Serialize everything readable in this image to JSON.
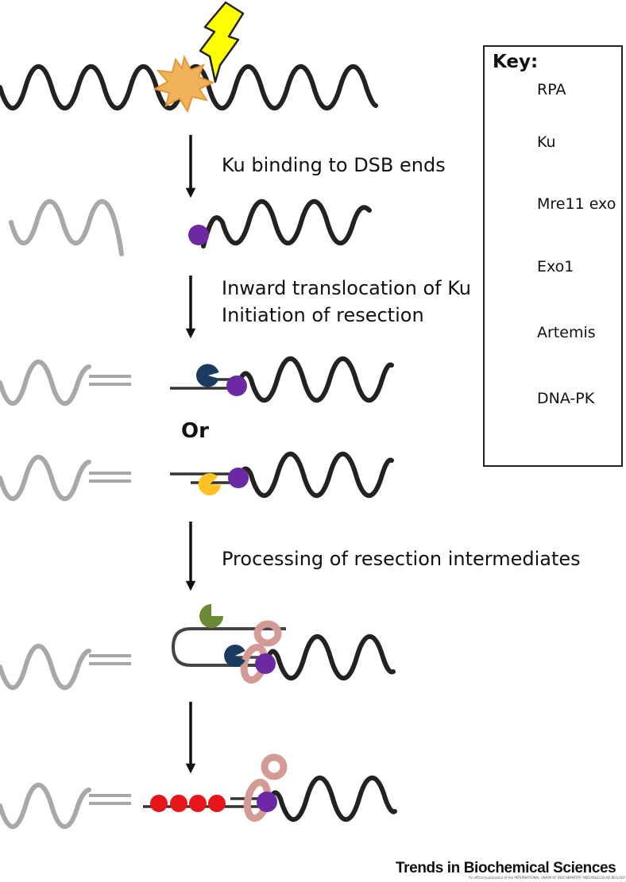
{
  "steps": {
    "ku_binding": "Ku binding to DSB ends",
    "inward_translocation": "Inward translocation of Ku",
    "initiation_resection": "Initiation of resection",
    "or_label": "Or",
    "processing": "Processing of resection intermediates"
  },
  "key": {
    "title": "Key:",
    "items": [
      {
        "label": "RPA",
        "icon": "red-circle",
        "color": "#e8161b"
      },
      {
        "label": "Ku",
        "icon": "purple-circle",
        "color": "#6b2aa3"
      },
      {
        "label": "Mre11 exo",
        "icon": "navy-pacman",
        "color": "#1b3a5f"
      },
      {
        "label": "Exo1",
        "icon": "yellow-pacman",
        "color": "#ffc222"
      },
      {
        "label": "Artemis",
        "icon": "green-pacman",
        "color": "#6b8a35"
      },
      {
        "label": "DNA-PK",
        "icon": "pink-figure-eight",
        "color": "#d49a96"
      }
    ]
  },
  "footer": {
    "journal": "Trends in Biochemical Sciences",
    "subtext": "An official publication of the INTERNATIONAL UNION OF BIOCHEMISTRY AND MOLECULAR BIOLOGY"
  },
  "colors": {
    "dna_black": "#222222",
    "dna_grey": "#a8a8a8",
    "bolt_yellow": "#ffff00",
    "burst_orange": "#f0b25a"
  }
}
